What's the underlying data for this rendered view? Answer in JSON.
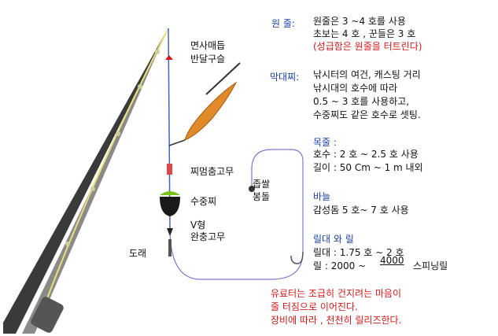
{
  "rig_labels": {
    "guide_line": "면사매듭",
    "guide_line2": "반달구슬",
    "float_stop": "찌멈춤고무",
    "sinker": "수중찌",
    "v_type": "V형",
    "cushion": "완충고무",
    "lure": "도래",
    "bait": "좁쌀",
    "bait2": "봉돌"
  },
  "sections": {
    "main_line": {
      "title": "원 줄:",
      "lines": [
        "원줄은 3 ~4 호를 사용",
        "초보는 4 호 , 꾼들은 3 호"
      ],
      "warning": "(성급함은 원줄을 터트린다)"
    },
    "float": {
      "title": "막대찌:",
      "lines": [
        "낚시터의 여건, 캐스팅 거리",
        "낚시대의 호수에  따라",
        "0.5 ~ 3 호를 사용하고,",
        "수중찌도 같은 호수로 셋팅."
      ]
    },
    "leader": {
      "title": "목줄 :",
      "lines": [
        "호수 : 2 호 ~ 2.5 호 사용",
        "길이 : 50 Cm ~ 1 m 내외"
      ]
    },
    "hook": {
      "title": "바늘",
      "lines": [
        "감성돔 5 호~ 7 호 사용"
      ]
    },
    "reel": {
      "title": "릴대 와 릴",
      "lines": [
        "릴대 : 1.75 호 ~ 2 호"
      ],
      "reel_prefix": "릴 : 2000 ~",
      "reel_max": "4000",
      "reel_suffix": "스피닝릴"
    },
    "footer": [
      "유료터는 조급히 건지려는 마음이",
      "줄 터짐으로 이어진다.",
      "장비에 따라 , 천천히 릴리즈한다."
    ]
  },
  "colors": {
    "section_title": "#1a3fa0",
    "warning": "#d21a1a",
    "rod": "#2a2a2a",
    "rod_line": "#e8e07a",
    "line": "#4a5fc4",
    "float_body": "#e08a2a",
    "sinker_top": "#7ac41a"
  }
}
